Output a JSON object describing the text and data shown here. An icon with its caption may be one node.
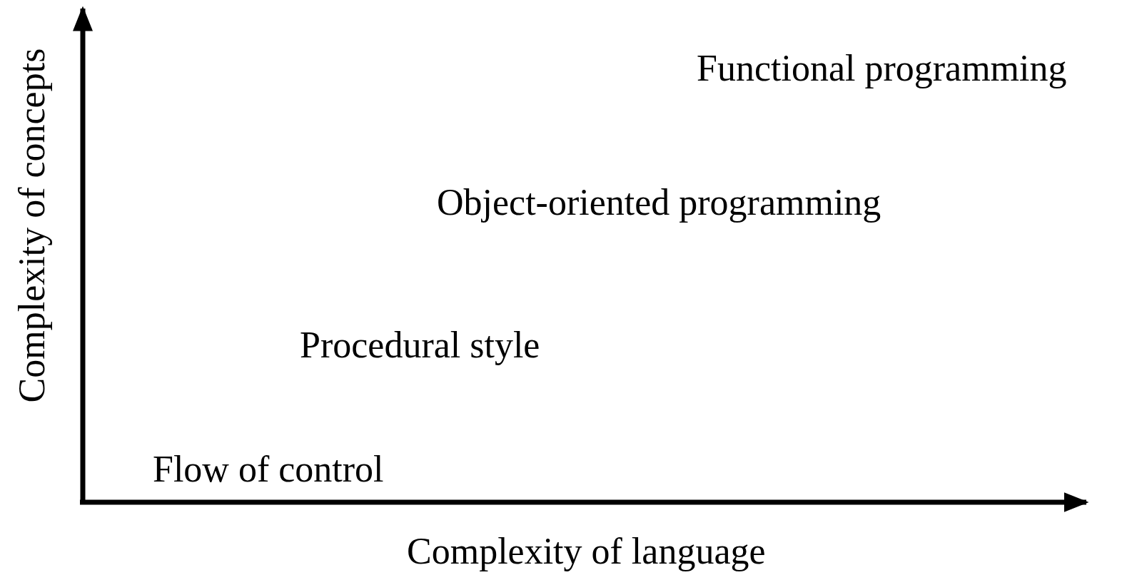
{
  "diagram": {
    "labels": [
      "Complexity of concepts",
      "Functional programming",
      "Object-oriented programming",
      "Procedural style",
      "Flow of control",
      "Complexity of language"
    ]
  }
}
